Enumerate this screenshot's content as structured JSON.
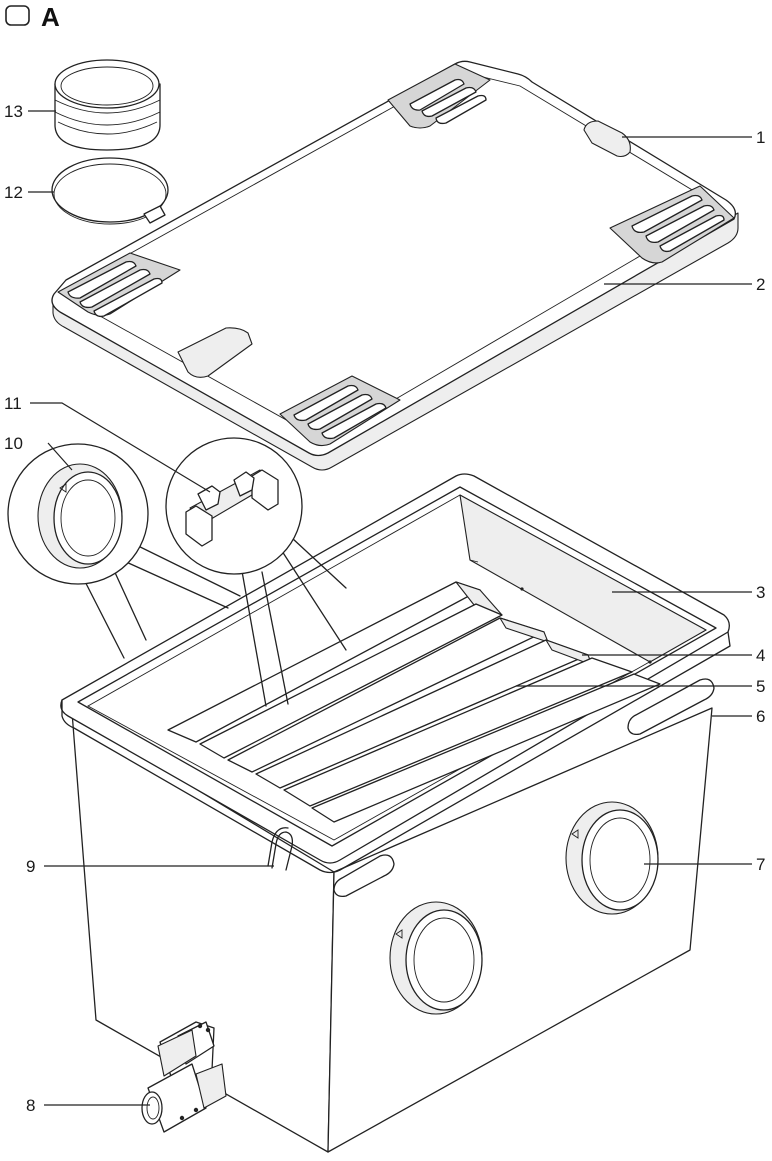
{
  "header": {
    "letter": "A"
  },
  "icons": {
    "checkbox": "checkbox-icon"
  },
  "callouts": [
    "1",
    "2",
    "3",
    "4",
    "5",
    "6",
    "7",
    "8",
    "9",
    "10",
    "11",
    "12",
    "13"
  ]
}
